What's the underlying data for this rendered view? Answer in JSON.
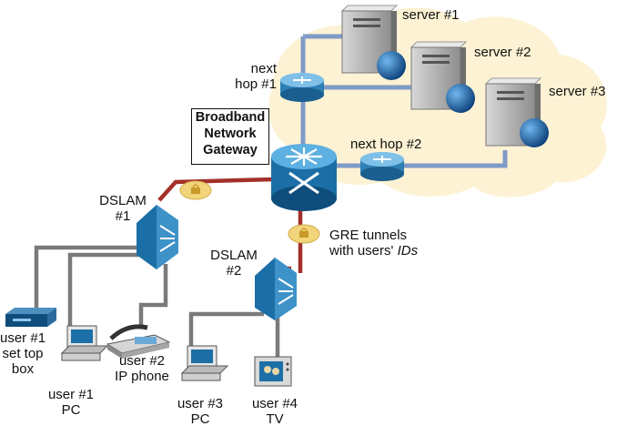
{
  "labels": {
    "server1": "server #1",
    "server2": "server #2",
    "server3": "server #3",
    "next_hop1_line1": "next",
    "next_hop1_line2": "hop #1",
    "next_hop2": "next hop #2",
    "bng_line1": "Broadband",
    "bng_line2": "Network",
    "bng_line3": "Gateway",
    "dslam1_line1": "DSLAM",
    "dslam1_line2": "#1",
    "dslam2_line1": "DSLAM",
    "dslam2_line2": "#2",
    "gre_line1": "GRE tunnels",
    "gre_line2_prefix": "with users' ",
    "gre_line2_ids": "IDs",
    "user1_stb_line1": "user #1",
    "user1_stb_line2": "set top",
    "user1_stb_line3": "box",
    "user1_pc_line1": "user #1",
    "user1_pc_line2": "PC",
    "user2_line1": "user #2",
    "user2_line2": "IP phone",
    "user3_line1": "user #3",
    "user3_line2": "PC",
    "user4_line1": "user #4",
    "user4_line2": "TV"
  },
  "colors": {
    "cloud": "#fdf2d3",
    "blue_link": "#7f9bc7",
    "red_link": "#a3302a",
    "gray_link": "#7a7a7a",
    "device_blue": "#1c6fa6",
    "lock_yellow": "#f2d47a"
  }
}
